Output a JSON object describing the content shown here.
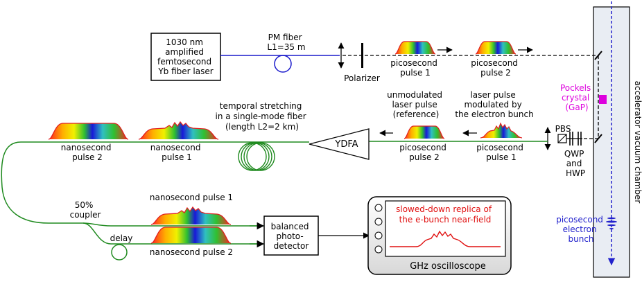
{
  "laser_box": {
    "line1": "1030 nm",
    "line2": "amplified",
    "line3": "femtosecond",
    "line4": "Yb fiber laser"
  },
  "pm_fiber": {
    "line1": "PM fiber",
    "line2": "L1=35 m"
  },
  "polarizer_label": "Polarizer",
  "ps_pulse_1_top": {
    "line1": "picosecond",
    "line2": "pulse 1"
  },
  "ps_pulse_2_top": {
    "line1": "picosecond",
    "line2": "pulse 2"
  },
  "pockels": {
    "line1": "Pockels",
    "line2": "crystal",
    "line3": "(GaP)"
  },
  "chamber_label": "accelerator vacuum chamber",
  "electron_bunch": {
    "line1": "picosecond",
    "line2": "electron",
    "line3": "bunch"
  },
  "pbs_label": "PBS",
  "waveplates": {
    "line1": "QWP",
    "line2": "and",
    "line3": "HWP"
  },
  "unmod_pulse": {
    "line1": "unmodulated",
    "line2": "laser pulse",
    "line3": "(reference)"
  },
  "mod_pulse": {
    "line1": "laser pulse",
    "line2": "modulated by",
    "line3": "the electron bunch"
  },
  "ps_pulse_2_mid": {
    "line1": "picosecond",
    "line2": "pulse 2"
  },
  "ps_pulse_1_mid": {
    "line1": "picosecond",
    "line2": "pulse 1"
  },
  "ydfa_label": "YDFA",
  "stretch": {
    "line1": "temporal stretching",
    "line2": "in a single-mode fiber",
    "line3": "(length L2=2 km)"
  },
  "ns_pulse_2_mid": {
    "line1": "nanosecond",
    "line2": "pulse 2"
  },
  "ns_pulse_1_mid": {
    "line1": "nanosecond",
    "line2": "pulse 1"
  },
  "coupler": {
    "line1": "50%",
    "line2": "coupler"
  },
  "delay_label": "delay",
  "ns_pulse_1_bottom": "nanosecond pulse 1",
  "ns_pulse_2_bottom": "nanosecond pulse 2",
  "detector": {
    "line1": "balanced",
    "line2": "photo-",
    "line3": "detector"
  },
  "scope_trace_label": {
    "line1": "slowed-down replica  of",
    "line2": "the e-bunch near-field"
  },
  "scope_label": "GHz oscilloscope",
  "colors": {
    "pm_fiber": "#1a1acc",
    "sm_fiber": "#1f8a1f",
    "electron": "#2222cc",
    "pockels": "#dd00dd",
    "trace": "#e01010",
    "chamber_fill": "#e9edf3"
  }
}
